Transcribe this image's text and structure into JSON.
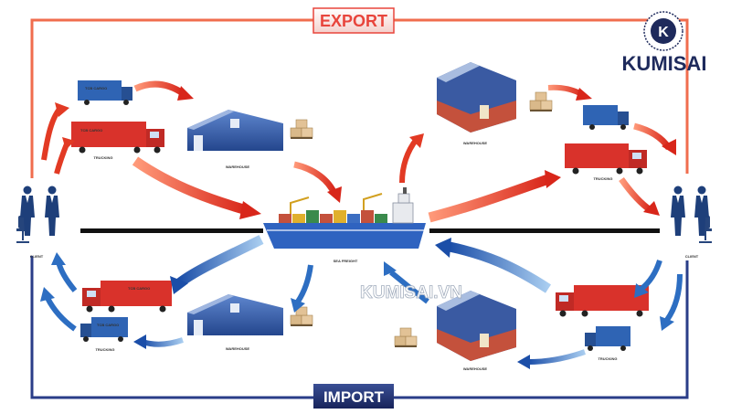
{
  "labels": {
    "export": "EXPORT",
    "import": "IMPORT",
    "sea_freight": "SEA FREIGHT",
    "client_left": "CLIENT",
    "client_right": "CLIENT",
    "trucking": "TRUCKING",
    "warehouse": "WAREHOUSE",
    "truck_brand": "TCB CARGO"
  },
  "brand": {
    "logo_letter": "K",
    "name": "KUMISAI",
    "watermark": "KUMISAI.VN"
  },
  "colors": {
    "export_red": "#e8453c",
    "import_navy": "#1f2f6b",
    "arrow_red": "#e23a24",
    "arrow_blue": "#2d6ec2",
    "truck_red": "#d9322b",
    "truck_blue": "#2f64b4",
    "warehouse_blue": "#2f5aa8",
    "ship_hull": "#2f63c0",
    "brand_navy": "#1e2a5c"
  }
}
